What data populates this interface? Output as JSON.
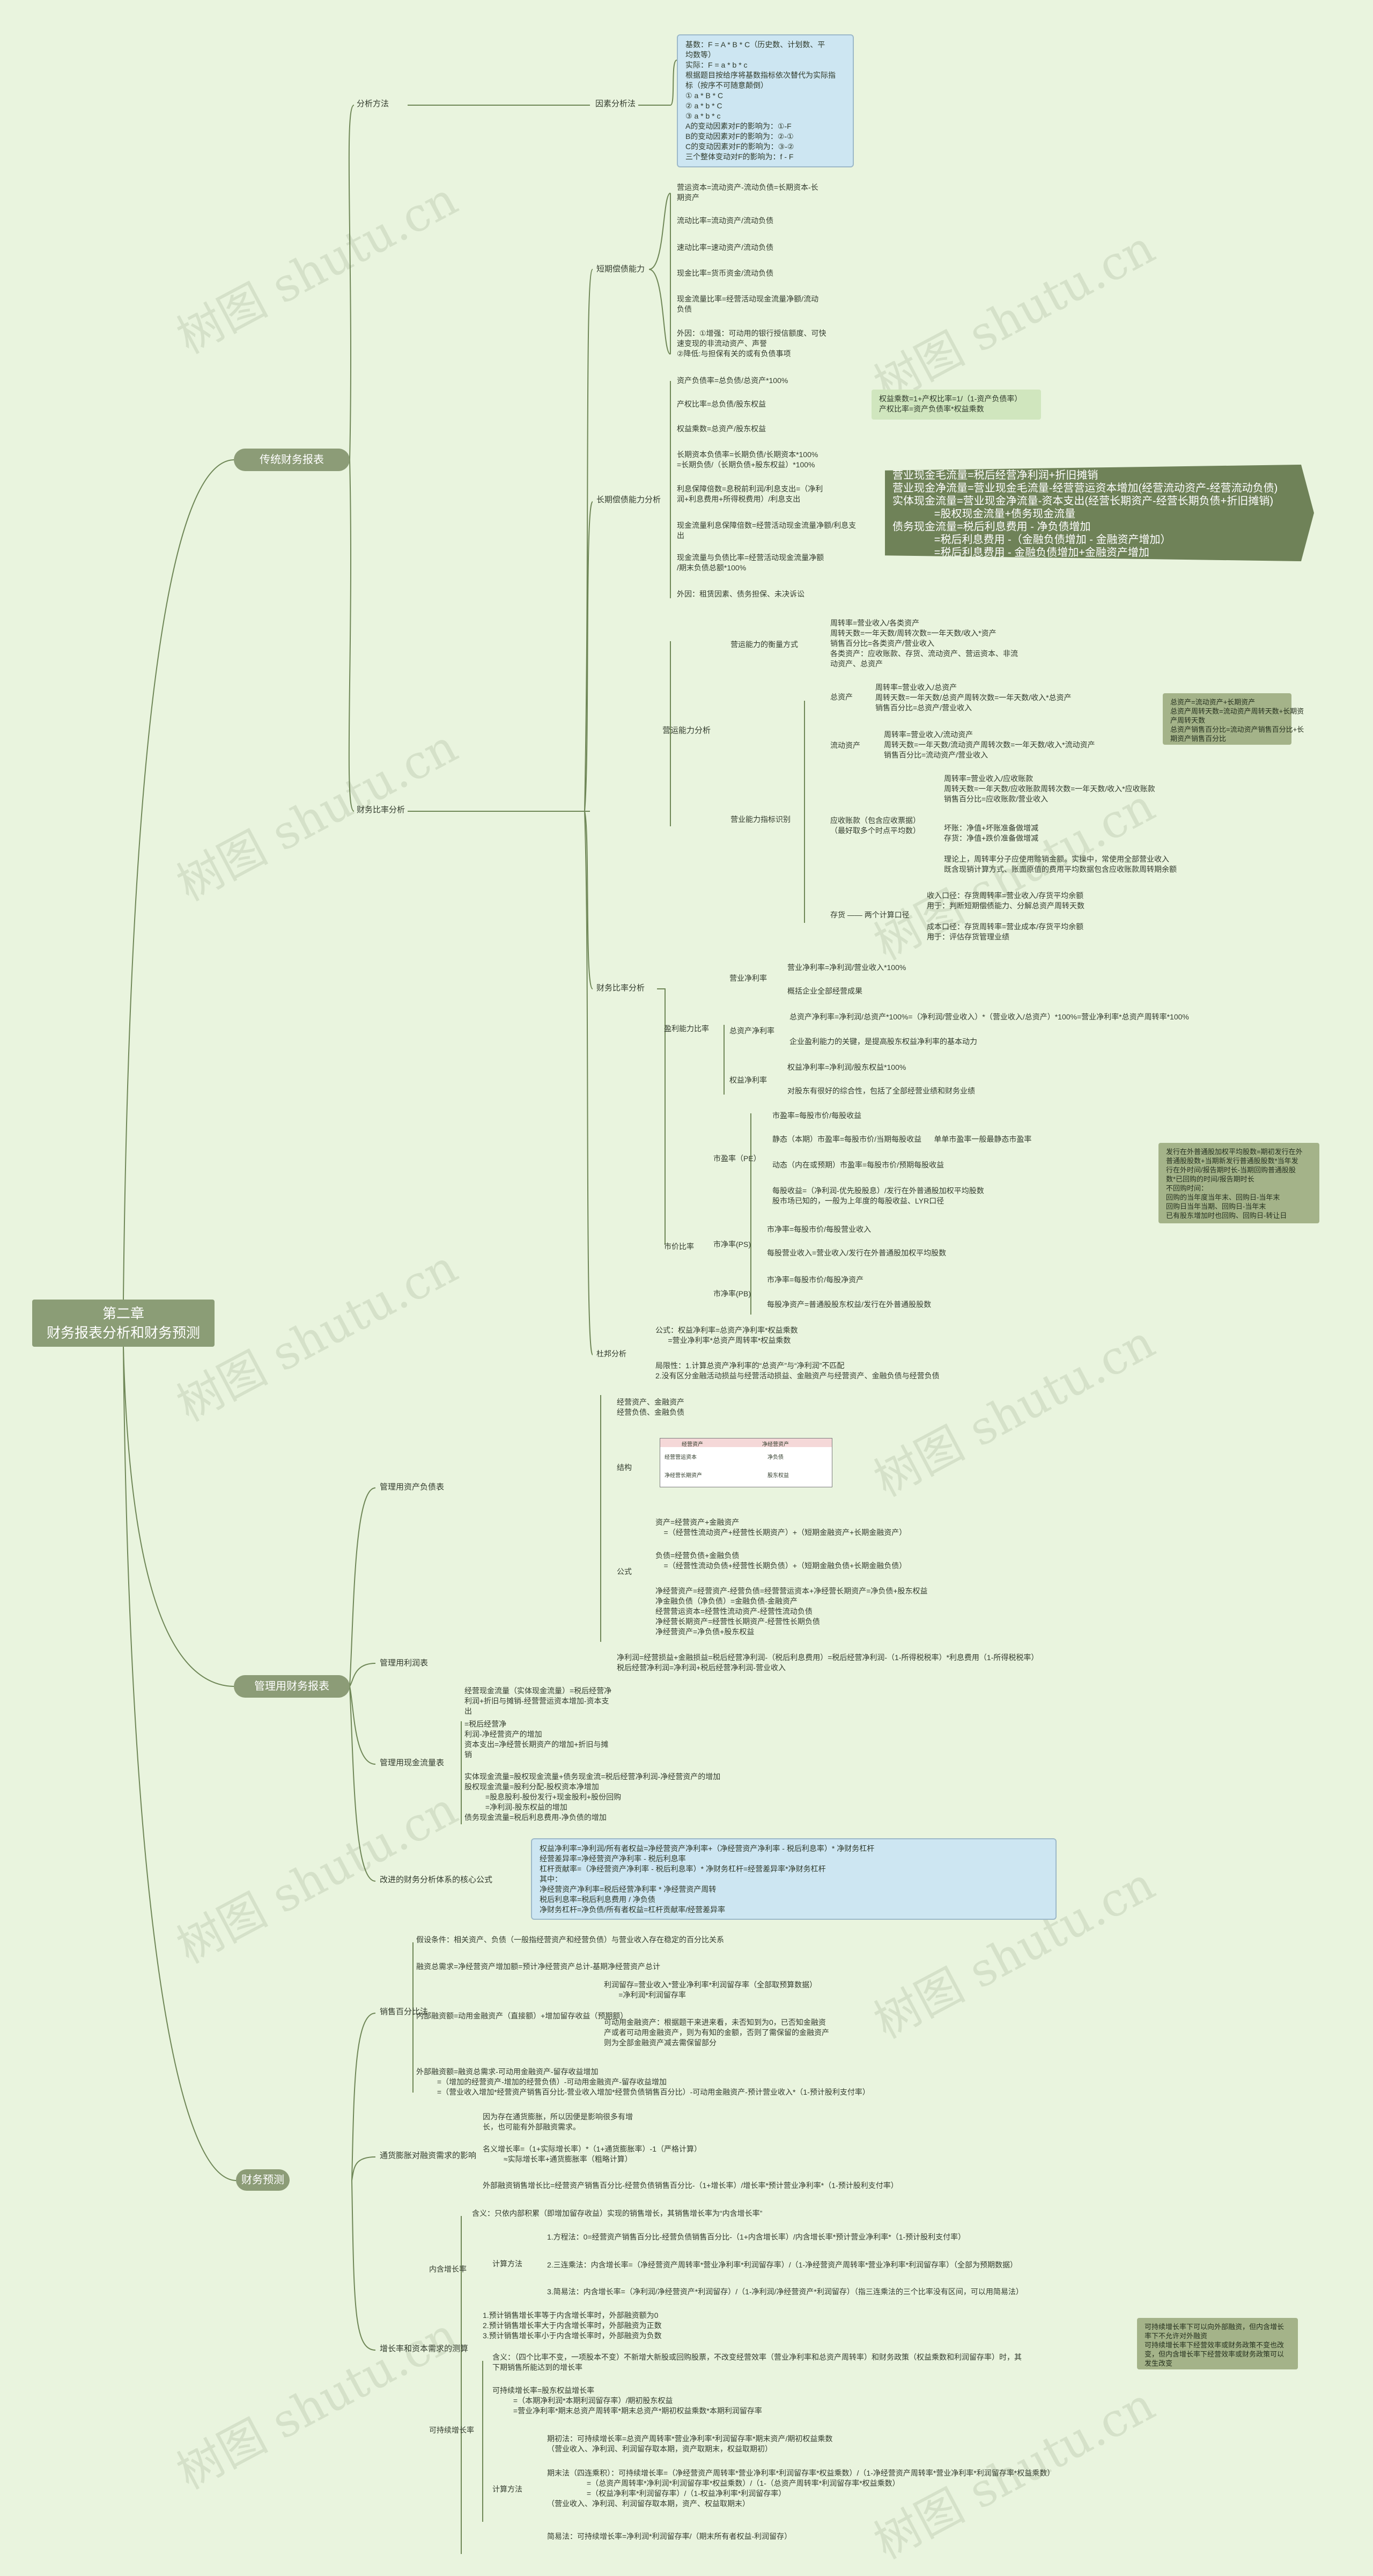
{
  "root": {
    "line1": "第二章",
    "line2": "财务报表分析和财务预测"
  },
  "branches": {
    "b1": "传统财务报表",
    "b2": "管理用财务报表",
    "b3": "财务预测"
  },
  "sec1": {
    "analysis_method": "分析方法",
    "factor_analysis": "因素分析法",
    "factor_box": "基数：F = A * B * C（历史数、计划数、平\n均数等）\n实际：F = a * b * c\n根据题目按给序将基数指标依次替代为实际指\n标（按序不可随意颠倒）\n① a * B * C\n② a * b * C\n③ a * b * c\nA的变动因素对F的影响为：①-F\nB的变动因素对F的影响为：②-①\nC的变动因素对F的影响为：③-②\n三个整体变动对F的影响为：f - F",
    "ratio_analysis": "财务比率分析",
    "short_term": "短期偿债能力",
    "short_items": [
      "营运资本=流动资产-流动负债=长期资本-长\n期资产",
      "流动比率=流动资产/流动负债",
      "速动比率=速动资产/流动负债",
      "现金比率=货币资金/流动负债",
      "现金流量比率=经营活动现金流量净额/流动\n负债",
      "外因：①增强：可动用的银行授信额度、可快\n速变现的非流动资产、声誉\n②降低:与担保有关的或有负债事项"
    ],
    "long_term": "长期偿债能力分析",
    "long_items": [
      "资产负债率=总负债/总资产*100%",
      "产权比率=总负债/股东权益",
      "权益乘数=总资产/股东权益",
      "长期资本负债率=长期负债/长期资本*100%\n=长期负债/（长期负债+股东权益）*100%",
      "利息保障倍数=息税前利润/利息支出=（净利\n润+利息费用+所得税费用）/利息支出",
      "现金流量利息保障倍数=经营活动现金流量净额/利息支\n出",
      "现金流量与负债比率=经营活动现金流量净额\n/期末负债总额*100%",
      "外因：租赁因素、债务担保、未决诉讼"
    ],
    "equity_box": "权益乘数=1+产权比率=1/（1-资产负债率）\n产权比率=资产负债率*权益乘数",
    "cash_box": "营业现金毛流量=税后经营净利润+折旧摊销\n营业现金净流量=营业现金毛流量-经营营运资本增加(经营流动资产-经营流动负债)\n实体现金流量=营业现金净流量-资本支出(经营长期资产-经营长期负债+折旧摊销)\n              =股权现金流量+债务现金流量\n债务现金流量=税后利息费用 - 净负债增加\n              =税后利息费用 -（金融负债增加 - 金融资产增加）\n              =税后利息费用 - 金融负债增加+金融资产增加",
    "operating": "营运能力分析",
    "op_prefix": "营运能力的衡量方式",
    "op_measure": "周转率=营业收入/各类资产\n周转天数=一年天数/周转次数=一年天数/收入*资产\n销售百分比=各类资产/营业收入\n各类资产：应收账款、存货、流动资产、营运资本、非流\n动资产、总资产",
    "op_indicators": "营业能力指标识别",
    "total_assets": "总资产",
    "total_assets_text": "周转率=营业收入/总资产\n周转天数=一年天数/总资产周转次数=一年天数/收入*总资产\n销售百分比=总资产/营业收入",
    "ta_box": "总资产=流动资产+长期资产\n总资产周转天数=流动资产周转天数+长期资\n产周转天数\n总资产销售百分比=流动资产销售百分比+长\n期资产销售百分比",
    "current_assets": "流动资产",
    "current_assets_text": "周转率=营业收入/流动资产\n周转天数=一年天数/流动资产周转次数=一年天数/收入*流动资产\n销售百分比=流动资产/营业收入",
    "receivables": "应收账款（包含应收票据）\n（最好取多个时点平均数）",
    "recv_text": "周转率=营业收入/应收账款\n周转天数=一年天数/应收账款周转次数=一年天数/收入*应收账款\n销售百分比=应收账款/营业收入",
    "recv_note1": "坏账：净值+坏账准备做增减\n存货：净值+跌价准备做增减",
    "recv_note2": "理论上，周转率分子应使用赊销金额。实操中，常使用全部营业收入\n既含现销计算方式、账面原值的费用平均数据包含应收账款周转期余额",
    "inventory": "存货 —— 两个计算口径",
    "inv_text1": "收入口径：存货周转率=营业收入/存货平均余额\n用于：判断短期偿债能力、分解总资产周转天数",
    "inv_text2": "成本口径：存货周转率=营业成本/存货平均余额\n用于：评估存货管理业绩",
    "ratio": "财务比率分析",
    "profit": "盈利能力比率",
    "sales_margin": "营业净利率",
    "sales_margin_1": "营业净利率=净利润/营业收入*100%",
    "sales_margin_2": "概括企业全部经营成果",
    "roa": "总资产净利率",
    "roa_1": "总资产净利率=净利润/总资产*100%=（净利润/营业收入）*（营业收入/总资产）*100%=营业净利率*总资产周转率*100%",
    "roa_2": "企业盈利能力的关键，是提高股东权益净利率的基本动力",
    "roe": "权益净利率",
    "roe_1": "权益净利率=净利润/股东权益*100%",
    "roe_2": "对股东有很好的综合性，包括了全部经营业绩和财务业绩",
    "market": "市价比率",
    "pe": "市盈率（PE）",
    "pe_items": [
      "市盈率=每股市价/每股收益",
      "静态（本期）市盈率=每股市价/当期每股收益      单单市盈率一般最静态市盈率",
      "动态（内在或预期）市盈率=每股市价/预期每股收益",
      "每股收益=（净利润-优先股股息）/发行在外普通股加权平均股数\n股市场已知的，一般为上年度的每股收益、LYR口径"
    ],
    "pe_box": "发行在外普通股加权平均股数=期初发行在外\n普通股股数+当期新发行普通股股数*当年发\n行在外时间/报告期时长-当期回购普通股股\n数*已回购的时间/报告期时长\n不回购时间：\n回购的当年度当年末、回购日-当年末\n回购日当年当期、回购日-当年末\n已有股东增加时也回购、回购日-转让日",
    "pb": "市净率(PS)",
    "pb_1": "市净率=每股市价/每股营业收入",
    "pb_2": "每股营业收入=营业收入/发行在外普通股加权平均股数",
    "ps": "市净率(PB)",
    "ps_1": "市净率=每股市价/每股净资产",
    "ps_2": "每股净资产=普通股股东权益/发行在外普通股股数",
    "dupont": "杜邦分析",
    "dupont_1": "公式：权益净利率=总资产净利率*权益乘数\n      =营业净利率*总资产周转率*权益乘数",
    "dupont_2": "局限性：1.计算总资产净利率的“总资产”与“净利润”不匹配\n2.没有区分金融活动损益与经营活动损益、金融资产与经营资产、金融负债与经营负债"
  },
  "sec2": {
    "balance": "管理用资产负债表",
    "structure": "结构",
    "assets_line": "经营资产、金融资产\n经营负债、金融负债",
    "table": {
      "h1": "经营资产",
      "h2": "净经营资产",
      "r1": "经营营运资本",
      "r2": "净负债",
      "r3": "净经营长期资产",
      "r4": "股东权益"
    },
    "formula": "公式",
    "f1": "资产=经营资产+金融资产\n    =（经营性流动资产+经营性长期资产）+（短期金融资产+长期金融资产）",
    "f2": "负债=经营负债+金融负债\n    =（经营性流动负债+经营性长期负债）+（短期金融负债+长期金融负债）",
    "f3": "净经营资产=经营资产-经营负债=经营营运资本+净经营长期资产=净负债+股东权益\n净金融负债（净负债）=金融负债-金融资产\n经营营运资本=经营性流动资产-经营性流动负债\n净经营长期资产=经营性长期资产-经营性长期负债\n净经营资产=净负债+股东权益",
    "income": "管理用利润表",
    "income_text": "净利润=经营损益+金融损益=税后经营净利润-（税后利息费用）=税后经营净利润-（1-所得税税率）*利息费用（1-所得税税率）\n税后经营净利润=净利润+税后经营净利润-营业收入",
    "cashflow": "管理用现金流量表",
    "cf_1": "经营现金流量（实体现金流量）=税后经营净\n利润+折旧与摊销-经营营运资本增加-资本支\n出",
    "cf_2": "=税后经营净\n利润-净经营资产的增加\n资本支出=净经营长期资产的增加+折旧与摊\n销",
    "cf_3": "实体现金流量=股权现金流量+债务现金流=税后经营净利润-净经营资产的增加\n股权现金流量=股利分配-股权资本净增加\n          =股息股利-股份发行+现金股利+股份回购\n          =净利润-股东权益的增加\n债务现金流量=税后利息费用-净负债的增加",
    "core": "改进的财务分析体系的核心公式",
    "core_box": "权益净利率=净利润/所有者权益=净经营资产净利率+（净经营资产净利率 - 税后利息率）* 净财务杠杆\n经营差异率=净经营资产净利率 - 税后利息率\n杠杆贡献率=（净经营资产净利率 - 税后利息率）* 净财务杠杆=经营差异率*净财务杠杆\n其中：\n净经营资产净利率=税后经营净利率 * 净经营资产周转\n税后利息率=税后利息费用 / 净负债\n净财务杠杆=净负债/所有者权益=杠杆贡献率/经营差异率"
  },
  "sec3": {
    "sales_pct": "销售百分比法",
    "sp_1": "假设条件：相关资产、负债（一般指经营资产和经营负债）与营业收入存在稳定的百分比关系",
    "sp_2": "融资总需求=净经营资产增加额=预计净经营资产总计-基期净经营资产总计",
    "sp_3": "内部融资额=动用金融资产（直接额）+增加留存收益（预期额）",
    "sp_3a": "利润留存=营业收入*营业净利率*利润留存率（全部取预算数据）\n       =净利润*利润留存率",
    "sp_3b": "可动用金融资产：根据题干来进来看，未否知到为0，已否知金融资\n产或者可动用金融资产，则为有知的金额，否则了需保留的金融资产\n则为全部金融资产减去需保留部分",
    "sp_4": "外部融资额=融资总需求-可动用金融资产-留存收益增加\n          =（增加的经营资产-增加的经营负债）-可动用金融资产-留存收益增加\n          =（营业收入增加*经营资产销售百分比-营业收入增加*经营负债销售百分比）-可动用金融资产-预计营业收入*（1-预计股利支付率）",
    "growth_effect": "通货膨胀对融资需求的影响",
    "ge_1": "因为存在通货膨胀，所以因便是影响很多有增\n长，也可能有外部融资需求。",
    "ge_2": "名义增长率=（1+实际增长率）*（1+通货膨胀率）-1（严格计算）\n          ≈实际增长率+通货膨胀率（粗略计算）",
    "ge_3": "外部融资销售增长比=经营资产销售百分比-经营负债销售百分比-（1+增长率）/增长率*预计营业净利率*（1-预计股利支付率）",
    "growth": "增长率和资本需求的测算",
    "internal": "内含增长率",
    "in_def": "含义：只依内部积累（即增加留存收益）实现的销售增长，其销售增长率为“内含增长率”",
    "in_calc": "计算方法",
    "in_1": "1.方程法：0=经营资产销售百分比-经营负债销售百分比-（1+内含增长率）/内含增长率*预计营业净利率*（1-预计股利支付率）",
    "in_2": "2.三连乘法：内含增长率=（净经营资产周转率*营业净利率*利润留存率）/（1-净经营资产周转率*营业净利率*利润留存率）（全部为预期数据）",
    "in_3": "3.简易法：内含增长率=（净利润/净经营资产*利润留存）/（1-净利润/净经营资产*利润留存）（指三连乘法的三个比率没有区间，可以用简易法）",
    "in_note": "1.预计销售增长率等于内含增长率时，外部融资额为0\n2.预计销售增长率大于内含增长率时，外部融资为正数\n3.预计销售增长率小于内含增长率时，外部融资为负数",
    "in_box": "可持续增长率下可以向外部融资，但内含增长\n率下不允许对外融资\n可持续增长率下经营效率或财务政策不变也改\n变，但内含增长率下经营效率或财务政策可以\n发生改变",
    "sustainable": "可持续增长率",
    "su_def": "含义：（四个比率不变，一项股本不变）不新增大新股或回购股票，不改变经营效率（营业净利率和总资产周转率）和财务政策（权益乘数和利润留存率）时，其\n下期销售所能达到的增长率",
    "su_cond": "可持续增长率=股东权益增长率\n          =（本期净利润*本期利润留存率）/期初股东权益\n          =营业净利率*期末总资产周转率*期末总资产*期初权益乘数*本期利润留存率",
    "su_calc": "计算方法",
    "su_1": "期初法：可持续增长率=总资产周转率*营业净利率*利润留存率*期末资产/期初权益乘数\n（营业收入、净利润、利润留存取本期，资产取期末，权益取期初）",
    "su_2": "期末法（四连乘积）：可持续增长率=（净经营资产周转率*营业净利率*利润留存率*权益乘数）/（1-净经营资产周转率*营业净利率*利润留存率*权益乘数）\n                   =（总资产周转率*净利润*利润留存率*权益乘数）/（1-（总资产周转率*利润留存率*权益乘数）\n                   =（权益净利率*利润留存率）/（1-权益净利率*利润留存率）\n（营业收入、净利润、利润留存取本期，资产、权益取期末）",
    "su_3": "简易法：可持续增长率=净利润*利润留存率/（期末所有者权益-利润留存）"
  },
  "watermark": "树图 shutu.cn"
}
